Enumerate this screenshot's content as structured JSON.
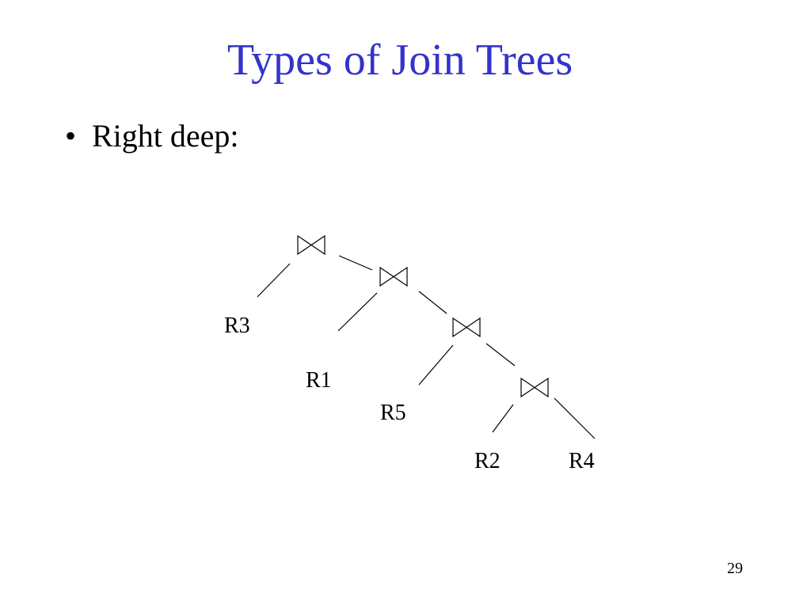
{
  "slide": {
    "title": "Types of Join Trees",
    "bullet_symbol": "•",
    "bullet_text": "Right deep:",
    "page_number": "29",
    "title_color": "#3333CC"
  },
  "tree": {
    "join_icon": "bowtie-join-icon",
    "leaves": {
      "r3": "R3",
      "r1": "R1",
      "r5": "R5",
      "r2": "R2",
      "r4": "R4"
    }
  }
}
